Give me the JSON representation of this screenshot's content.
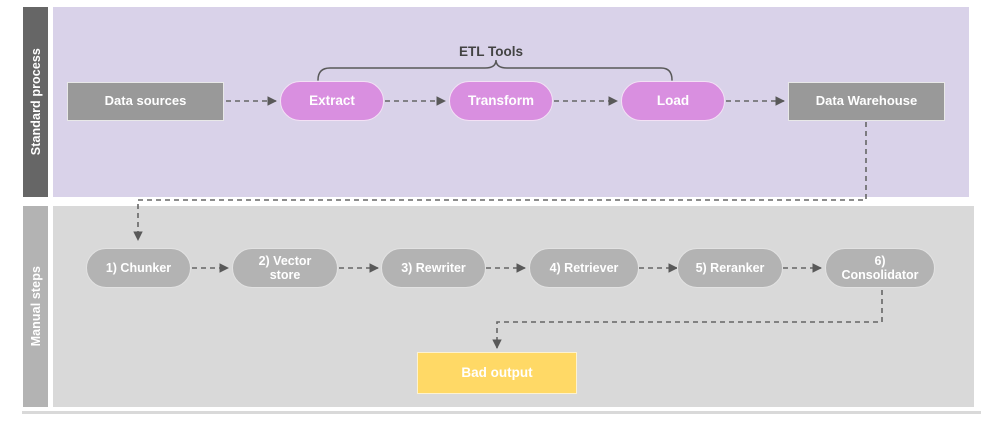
{
  "diagram": {
    "title": "ETL and manual RAG pipeline swimlane diagram",
    "colors": {
      "lane_top_band": "#666666",
      "lane_top_body": "#d9d2e9",
      "lane_bottom_band": "#b3b3b3",
      "lane_bottom_body": "#d9d9d9",
      "gray_node": "#999999",
      "purple_node": "#d98fe0",
      "gray_pill": "#b3b3b3",
      "warning_node": "#ffd966",
      "connector": "#666666",
      "bracket": "#595959",
      "node_text": "#ffffff",
      "bracket_text": "#434343"
    }
  },
  "lanes": [
    {
      "id": "standard-process",
      "label": "Standard process",
      "nodes": [
        {
          "id": "data-sources",
          "label": "Data sources",
          "shape": "rect"
        },
        {
          "id": "extract",
          "label": "Extract",
          "shape": "pill"
        },
        {
          "id": "transform",
          "label": "Transform",
          "shape": "pill"
        },
        {
          "id": "load",
          "label": "Load",
          "shape": "pill"
        },
        {
          "id": "data-warehouse",
          "label": "Data Warehouse",
          "shape": "rect"
        }
      ],
      "annotations": [
        {
          "id": "etl-tools-bracket",
          "label": "ETL Tools",
          "spans": [
            "extract",
            "transform",
            "load"
          ]
        }
      ]
    },
    {
      "id": "manual-steps",
      "label": "Manual steps",
      "nodes": [
        {
          "id": "step-1",
          "label": "1) Chunker",
          "shape": "pill"
        },
        {
          "id": "step-2",
          "label": "2) Vector\nstore",
          "shape": "pill"
        },
        {
          "id": "step-3",
          "label": "3) Rewriter",
          "shape": "pill"
        },
        {
          "id": "step-4",
          "label": "4) Retriever",
          "shape": "pill"
        },
        {
          "id": "step-5",
          "label": "5) Reranker",
          "shape": "pill"
        },
        {
          "id": "step-6",
          "label": "6)\nConsolidator",
          "shape": "pill"
        },
        {
          "id": "bad-output",
          "label": "Bad output",
          "shape": "rect-warning"
        }
      ]
    }
  ],
  "node_labels": {
    "data_sources": "Data sources",
    "extract": "Extract",
    "transform": "Transform",
    "load": "Load",
    "data_warehouse": "Data Warehouse",
    "etl_tools": "ETL Tools",
    "step_1": "1) Chunker",
    "step_2_line1": "2) Vector",
    "step_2_line2": "store",
    "step_3": "3) Rewriter",
    "step_4": "4) Retriever",
    "step_5": "5) Reranker",
    "step_6_line1": "6)",
    "step_6_line2": "Consolidator",
    "bad_output": "Bad output",
    "lane_standard": "Standard process",
    "lane_manual": "Manual steps"
  },
  "edges": [
    {
      "from": "data-sources",
      "to": "extract",
      "style": "dashed-arrow"
    },
    {
      "from": "extract",
      "to": "transform",
      "style": "dashed-arrow"
    },
    {
      "from": "transform",
      "to": "load",
      "style": "dashed-arrow"
    },
    {
      "from": "load",
      "to": "data-warehouse",
      "style": "dashed-arrow"
    },
    {
      "from": "data-warehouse",
      "to": "step-1",
      "style": "dashed-elbow-arrow"
    },
    {
      "from": "step-1",
      "to": "step-2",
      "style": "dashed-arrow"
    },
    {
      "from": "step-2",
      "to": "step-3",
      "style": "dashed-arrow"
    },
    {
      "from": "step-3",
      "to": "step-4",
      "style": "dashed-arrow"
    },
    {
      "from": "step-4",
      "to": "step-5",
      "style": "dashed-arrow"
    },
    {
      "from": "step-5",
      "to": "step-6",
      "style": "dashed-arrow"
    },
    {
      "from": "step-6",
      "to": "bad-output",
      "style": "dashed-elbow-arrow"
    }
  ]
}
